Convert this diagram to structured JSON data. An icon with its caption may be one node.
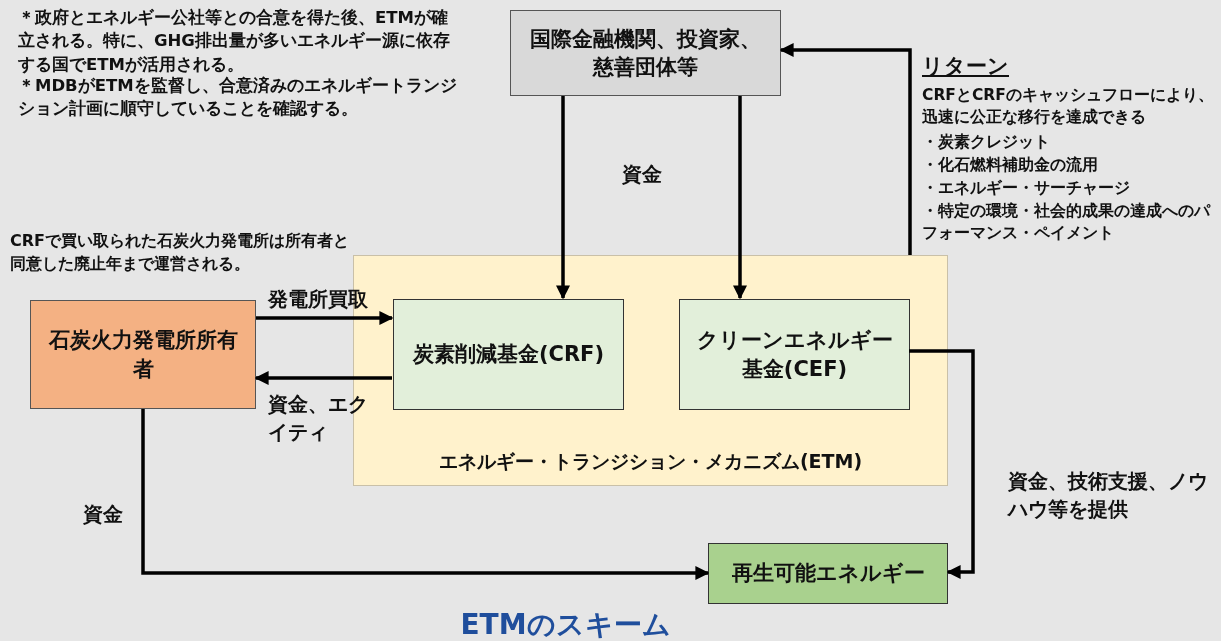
{
  "diagram": {
    "title": "ETMのスキーム",
    "nodes": [
      {
        "text": [
          "国際金融機関、投資家、慈善団体等"
        ]
      },
      {
        "text": [
          "石炭火力発電所所有者"
        ]
      },
      {
        "text": [
          "エネルギー・トランジション・メカニズム(ETM)"
        ]
      },
      {
        "text": [
          "炭素削減基金(CRF)"
        ],
        "in": 2
      },
      {
        "text": [
          "クリーンエネルギー基金(CEF)"
        ],
        "in": 2
      },
      {
        "text": [
          "再生可能エネルギー"
        ]
      }
    ],
    "edges": [
      {
        "from": 0,
        "to": 3,
        "arrow": "to",
        "label": "資金"
      },
      {
        "from": 0,
        "to": 4,
        "arrow": "to"
      },
      {
        "from": 1,
        "to": 3,
        "arrow": "to",
        "label": "発電所買取"
      },
      {
        "from": 3,
        "to": 1,
        "arrow": "to",
        "label": "資金、エクイティ"
      },
      {
        "from": 4,
        "to": 5,
        "arrow": "to",
        "label": "資金、技術支援、ノウハウ等を提供"
      },
      {
        "from": 1,
        "to": 5,
        "arrow": "to",
        "label": "資金"
      },
      {
        "from": 2,
        "to": 0,
        "arrow": "to"
      }
    ],
    "labels": [
      "＊政府とエネルギー公社等との合意を得た後、ETMが確立される。特に、GHG排出量が多いエネルギー源に依存する国でETMが活用される。",
      "＊MDBがETMを監督し、合意済みのエネルギートランジション計画に順守していることを確認する。",
      "CRFで買い取られた石炭火力発電所は所有者と同意した廃止年まで運営される。",
      "リターン",
      "CRFとCRFのキャッシュフローにより、迅速に公正な移行を達成できる",
      "・炭素クレジット",
      "・化石燃料補助金の流用",
      "・エネルギー・サーチャージ",
      "・特定の環境・社会的成果の達成へのパフォーマンス・ペイメント"
    ]
  }
}
